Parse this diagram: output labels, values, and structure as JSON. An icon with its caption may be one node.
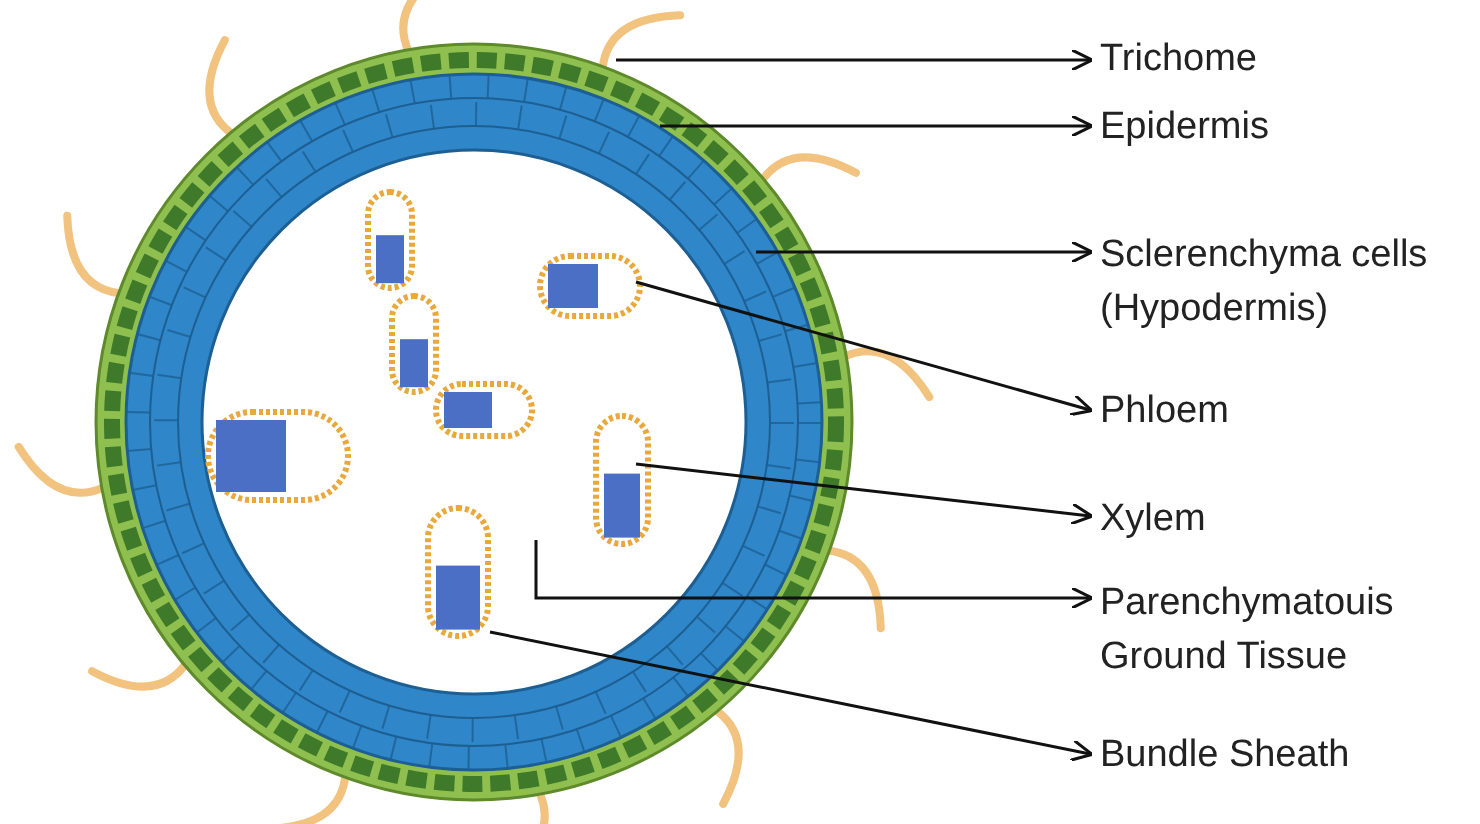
{
  "diagram": {
    "nodes": [
      {
        "text": [
          "Trichome"
        ]
      },
      {
        "text": [
          "Epidermis"
        ]
      },
      {
        "text": [
          "Sclerenchyma cells (Hypodermis)"
        ]
      },
      {
        "text": [
          "Phloem"
        ]
      },
      {
        "text": [
          "Xylem"
        ]
      },
      {
        "text": [
          "Parenchymatouis Ground Tissue"
        ]
      },
      {
        "text": [
          "Bundle Sheath"
        ]
      }
    ],
    "edges": [
      {
        "from": null,
        "to": 0,
        "arrow": "to"
      },
      {
        "from": null,
        "to": 1,
        "arrow": "to"
      },
      {
        "from": null,
        "to": 2,
        "arrow": "to"
      },
      {
        "from": null,
        "to": 3,
        "arrow": "to"
      },
      {
        "from": null,
        "to": 4,
        "arrow": "to"
      },
      {
        "from": null,
        "to": 5,
        "arrow": "to"
      },
      {
        "from": null,
        "to": 6,
        "arrow": "to"
      }
    ]
  }
}
